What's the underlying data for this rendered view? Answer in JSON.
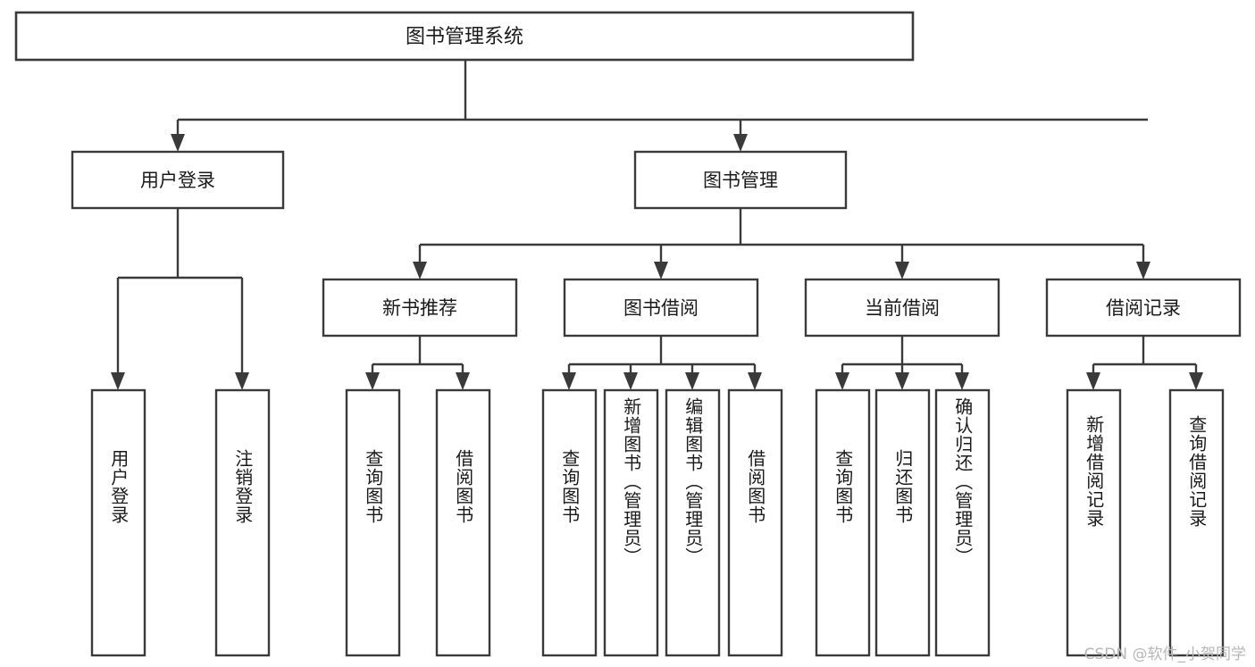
{
  "diagram": {
    "type": "tree",
    "title": "图书管理系统",
    "orientation": "top-down",
    "colors": {
      "box_fill": "#ffffff",
      "box_stroke": "#3a3a3a",
      "text": "#1a1a1a",
      "background": "#ffffff",
      "watermark": "#b7b7b7"
    },
    "root": {
      "label": "图书管理系统"
    },
    "level1": [
      {
        "label": "用户登录"
      },
      {
        "label": "图书管理"
      }
    ],
    "level2": [
      {
        "label": "新书推荐"
      },
      {
        "label": "图书借阅"
      },
      {
        "label": "当前借阅"
      },
      {
        "label": "借阅记录"
      }
    ],
    "leaves": {
      "user_login": [
        {
          "label": "用户登录"
        },
        {
          "label": "注销登录"
        }
      ],
      "new_book_recommend": [
        {
          "label": "查询图书"
        },
        {
          "label": "借阅图书"
        }
      ],
      "book_borrow": [
        {
          "label": "查询图书"
        },
        {
          "label": "新增图书（管理员）"
        },
        {
          "label": "编辑图书（管理员）"
        },
        {
          "label": "借阅图书"
        }
      ],
      "current_borrow": [
        {
          "label": "查询图书"
        },
        {
          "label": "归还图书"
        },
        {
          "label": "确认归还（管理员）"
        }
      ],
      "borrow_record": [
        {
          "label": "新增借阅记录"
        },
        {
          "label": "查询借阅记录"
        }
      ]
    },
    "watermark": "CSDN @软件_小贺同学"
  }
}
